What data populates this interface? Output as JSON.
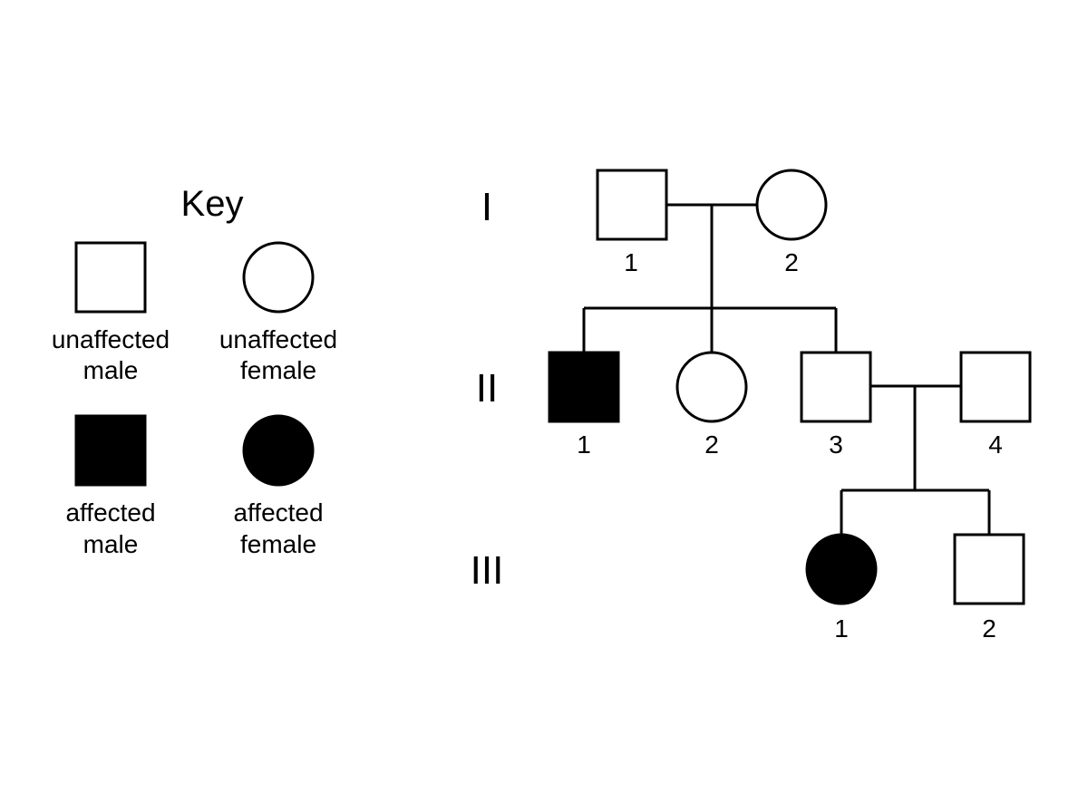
{
  "key": {
    "title": "Key",
    "items": [
      {
        "symbol": "square",
        "affected": false,
        "line1": "unaffected",
        "line2": "male"
      },
      {
        "symbol": "circle",
        "affected": false,
        "line1": "unaffected",
        "line2": "female"
      },
      {
        "symbol": "square",
        "affected": true,
        "line1": "affected",
        "line2": "male"
      },
      {
        "symbol": "circle",
        "affected": true,
        "line1": "affected",
        "line2": "female"
      }
    ]
  },
  "generations": [
    "I",
    "II",
    "III"
  ],
  "individuals": {
    "I-1": {
      "sex": "male",
      "affected": false,
      "label": "1"
    },
    "I-2": {
      "sex": "female",
      "affected": false,
      "label": "2"
    },
    "II-1": {
      "sex": "male",
      "affected": true,
      "label": "1"
    },
    "II-2": {
      "sex": "female",
      "affected": false,
      "label": "2"
    },
    "II-3": {
      "sex": "male",
      "affected": false,
      "label": "3"
    },
    "II-4": {
      "sex": "male",
      "affected": false,
      "label": "4"
    },
    "III-1": {
      "sex": "female",
      "affected": true,
      "label": "1"
    },
    "III-2": {
      "sex": "male",
      "affected": false,
      "label": "2"
    }
  },
  "matings": [
    {
      "partners": [
        "I-1",
        "I-2"
      ],
      "children": [
        "II-1",
        "II-2",
        "II-3"
      ]
    },
    {
      "partners": [
        "II-3",
        "II-4"
      ],
      "children": [
        "III-1",
        "III-2"
      ]
    }
  ],
  "colors": {
    "line": "#000000",
    "affected_fill": "#000000",
    "unaffected_fill": "#ffffff"
  }
}
